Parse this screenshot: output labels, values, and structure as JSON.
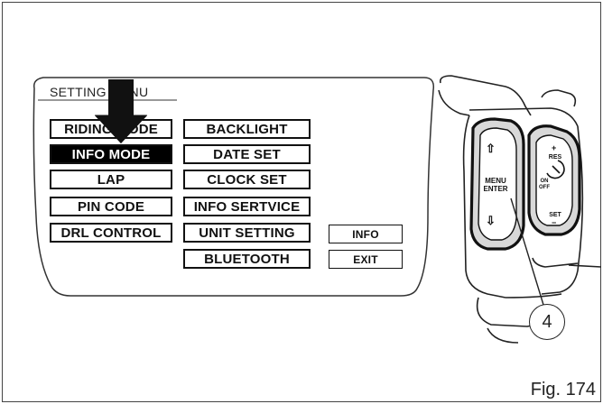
{
  "menu": {
    "title": "SETTING MENU",
    "column1": [
      "RIDING MODE",
      "INFO MODE",
      "LAP",
      "PIN CODE",
      "DRL CONTROL"
    ],
    "column2": [
      "BACKLIGHT",
      "DATE SET",
      "CLOCK SET",
      "INFO SERTVICE",
      "UNIT SETTING",
      "BLUETOOTH"
    ],
    "side_buttons": [
      "INFO",
      "EXIT"
    ],
    "selected": "INFO MODE"
  },
  "switch_labels": {
    "menu_enter": "MENU\nENTER",
    "res": "RES",
    "on_off": "ON\nOFF",
    "set": "SET",
    "plus": "+",
    "minus": "−",
    "up_arrow": "⇧",
    "down_arrow": "⇩"
  },
  "callout": "4",
  "figure_label": "Fig. 174",
  "colors": {
    "ink": "#111111",
    "selected_bg": "#000000",
    "paper": "#ffffff"
  }
}
